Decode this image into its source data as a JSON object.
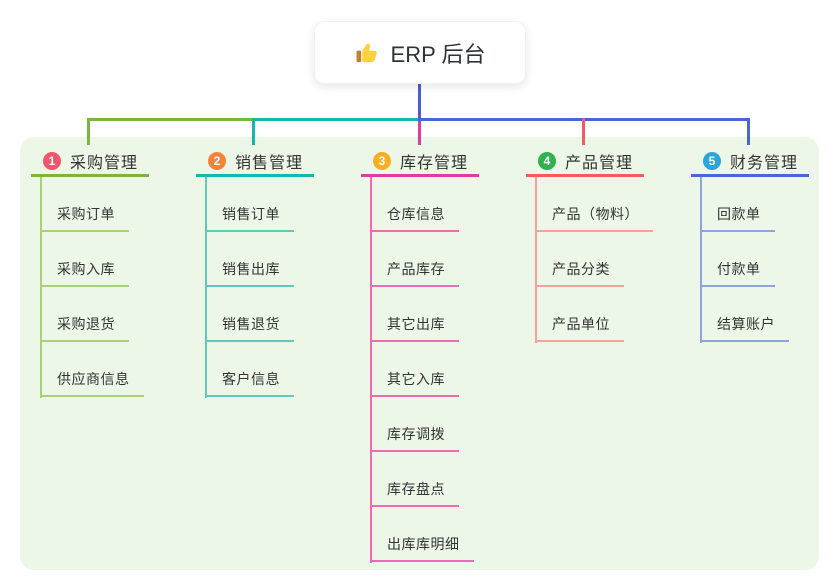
{
  "root": {
    "label": "ERP 后台",
    "icon": "thumbs-up"
  },
  "colors": {
    "canvas_bg": "#ffffff",
    "panel_bg": "#ecf7e7",
    "text": "#333333"
  },
  "connectors": {
    "root_vertical": "#4d5ecb",
    "seg_left_green": "#7cb342",
    "seg_mid_teal": "#16b8ae",
    "seg_right_blue": "#4a66d4",
    "drops": [
      "#7cb342",
      "#16b8ae",
      "#d8409f",
      "#f25c5c",
      "#4a66d4"
    ]
  },
  "branches": [
    {
      "number": "1",
      "label": "采购管理",
      "badge_color": "#f1566e",
      "line_color": "#7cb342",
      "sub_line_color": "#a8d178",
      "children": [
        "采购订单",
        "采购入库",
        "采购退货",
        "供应商信息"
      ]
    },
    {
      "number": "2",
      "label": "销售管理",
      "badge_color": "#f6823c",
      "line_color": "#16b8ae",
      "sub_line_color": "#5fc9bf",
      "children": [
        "销售订单",
        "销售出库",
        "销售退货",
        "客户信息"
      ]
    },
    {
      "number": "3",
      "label": "库存管理",
      "badge_color": "#fbae22",
      "line_color": "#d8409f",
      "sub_line_color": "#ee6bb4",
      "children": [
        "仓库信息",
        "产品库存",
        "其它出库",
        "其它入库",
        "库存调拨",
        "库存盘点",
        "出库库明细"
      ]
    },
    {
      "number": "4",
      "label": "产品管理",
      "badge_color": "#2eb34e",
      "line_color": "#f25c5c",
      "sub_line_color": "#f8a09b",
      "children": [
        "产品（物料）",
        "产品分类",
        "产品单位"
      ]
    },
    {
      "number": "5",
      "label": "财务管理",
      "badge_color": "#2ba5dc",
      "line_color": "#4a66d4",
      "sub_line_color": "#8fa4dc",
      "children": [
        "回款单",
        "付款单",
        "结算账户"
      ]
    }
  ]
}
